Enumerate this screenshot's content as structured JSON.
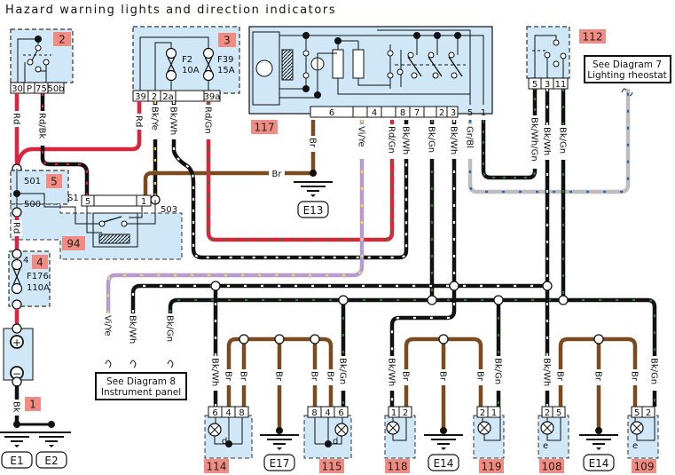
{
  "title": "Hazard warning lights and direction indicators",
  "colors": {
    "red": "#d7263d",
    "black": "#111111",
    "brown": "#7b4a1e",
    "violet": "#b79bd0",
    "yellow": "#f4e04d",
    "white": "#ffffff",
    "green": "#2e7d32",
    "grey": "#bdbdbd",
    "blue": "#1565c0",
    "panel": "#cfe7f7",
    "badge": "#f28b82"
  },
  "components": {
    "c2": {
      "badge": "2",
      "pins": [
        "30",
        "P",
        "75",
        "50b"
      ]
    },
    "c3": {
      "badge": "3",
      "fuses": [
        {
          "name": "F2",
          "rating": "10A"
        },
        {
          "name": "F39",
          "rating": "15A"
        }
      ],
      "pins": [
        "39",
        "2",
        "2a",
        "39a"
      ]
    },
    "c117": {
      "badge": "117",
      "pins": [
        "6",
        "4",
        "8",
        "7",
        "2",
        "3",
        "5",
        "1"
      ]
    },
    "c112": {
      "badge": "112",
      "pins": [
        "5",
        "3",
        "11"
      ]
    },
    "c5": {
      "badge": "5",
      "terminals": [
        "501",
        "500"
      ]
    },
    "c94": {
      "badge": "94",
      "pins": [
        "5",
        "1"
      ],
      "terminal": "503",
      "label": "S1"
    },
    "c4": {
      "badge": "4",
      "pin": "4",
      "fuse": {
        "name": "F176",
        "rating": "110A"
      }
    },
    "c1": {
      "badge": "1",
      "plus": "+",
      "minus": "−"
    },
    "c114": {
      "badge": "114",
      "pins": [
        "6",
        "4",
        "8"
      ],
      "tag": "d"
    },
    "c115": {
      "badge": "115",
      "pins": [
        "8",
        "4",
        "6"
      ],
      "tag": "d"
    },
    "c118": {
      "badge": "118",
      "pins": [
        "1",
        "2"
      ]
    },
    "c119": {
      "badge": "119",
      "pins": [
        "2",
        "1"
      ]
    },
    "c108": {
      "badge": "108",
      "pins": [
        "2",
        "5"
      ],
      "tag": "e"
    },
    "c109": {
      "badge": "109",
      "pins": [
        "5",
        "2"
      ],
      "tag": "e"
    }
  },
  "grounds": [
    "E1",
    "E2",
    "E13",
    "E17",
    "E14",
    "E14"
  ],
  "notes": {
    "diag7": [
      "See Diagram 7",
      "Lighting rheostat"
    ],
    "diag8": [
      "See Diagram 8",
      "Instrument panel"
    ]
  },
  "wire_labels": {
    "rd": "Rd",
    "rd_bk": "Rd/Bk",
    "bk_ye": "Bk/Ye",
    "bk_wh": "Bk/Wh",
    "rd_gn": "Rd/Gn",
    "br": "Br",
    "vi_ye": "Vi/Ye",
    "bk_gn": "Bk/Gn",
    "gr_bl": "Gr/Bl",
    "bk_wh_gn": "Bk/Wh/Gn",
    "bk": "Bk"
  }
}
